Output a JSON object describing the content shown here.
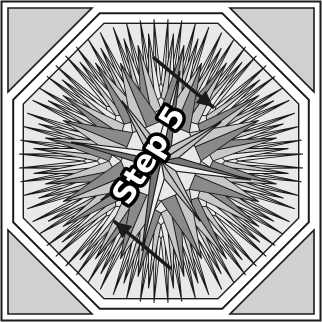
{
  "diagram": {
    "label": "Step 5",
    "spike_rings": 4,
    "star_points": 8,
    "colors": {
      "outline": "#1a1a1a",
      "background": "#ffffff",
      "corner_fill": "#d0d0d0",
      "ring_light": "#e9e9e9",
      "ring_mid": "#c8c8c8",
      "ring_dark": "#8a8a8a",
      "star_light": "#f2f2f2",
      "star_mid": "#c4c4c4",
      "star_dark": "#777777",
      "label_fill": "#ffffff",
      "label_stroke": "#000000"
    },
    "arrows": [
      {
        "name": "upper-right-arrow",
        "direction": "toward-center"
      },
      {
        "name": "lower-left-arrow",
        "direction": "toward-center"
      }
    ]
  }
}
